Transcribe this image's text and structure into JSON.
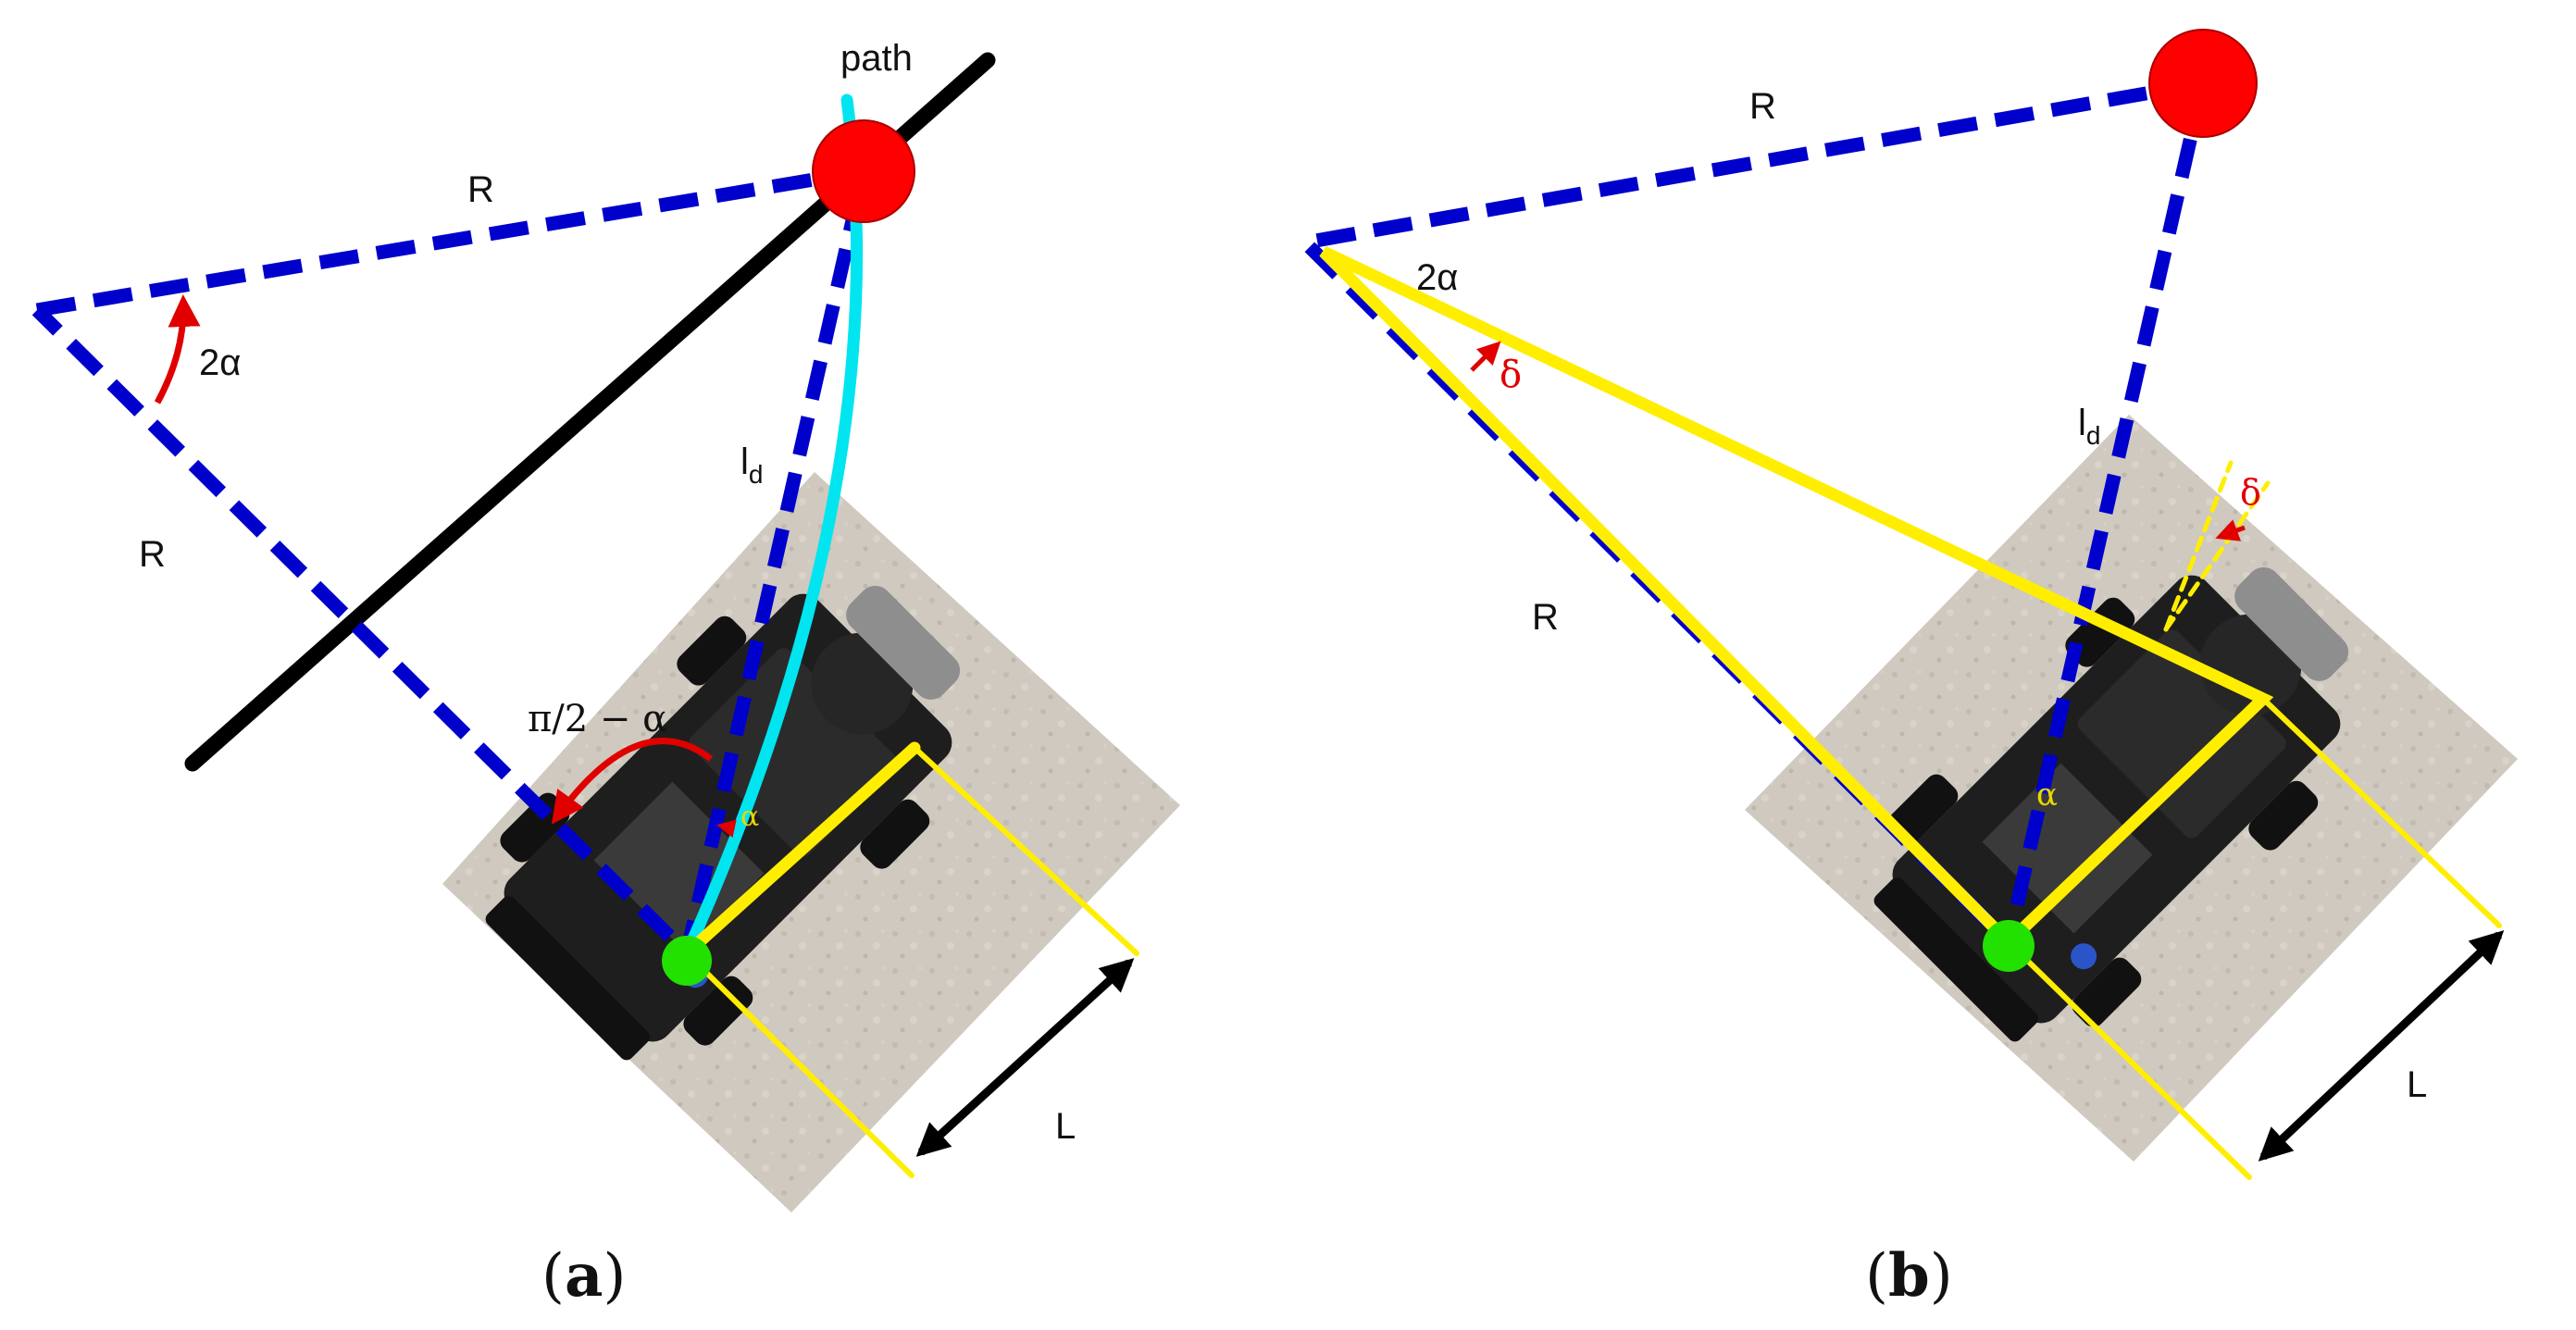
{
  "colors": {
    "radius_line": "#0000cc",
    "geometry_line": "#ffee00",
    "path_curve": "#00e5f0",
    "path_line": "#000000",
    "goal_point": "#ff0000",
    "rear_axle_point": "#22e000",
    "angle_arrow": "#e00000",
    "floor": "#cfc9bf",
    "robot": "#1e1e1e"
  },
  "icons": {
    "robot": "rc-car-top-view-icon",
    "goal": "red-dot-icon",
    "rear_axle": "green-dot-icon"
  },
  "panel_a": {
    "path_label": "path",
    "r_top": "R",
    "r_left": "R",
    "two_alpha": "2α",
    "ld": "l",
    "ld_sub": "d",
    "pi_half_minus_alpha": "π/2 − α",
    "alpha": "α",
    "wheelbase": "L",
    "caption_open": "(",
    "caption_letter": "a",
    "caption_close": ")"
  },
  "panel_b": {
    "r_top": "R",
    "r_left": "R",
    "two_alpha": "2α",
    "delta_left": "δ",
    "delta_right": "δ",
    "ld": "l",
    "ld_sub": "d",
    "alpha": "α",
    "wheelbase": "L",
    "caption_open": "(",
    "caption_letter": "b",
    "caption_close": ")"
  }
}
